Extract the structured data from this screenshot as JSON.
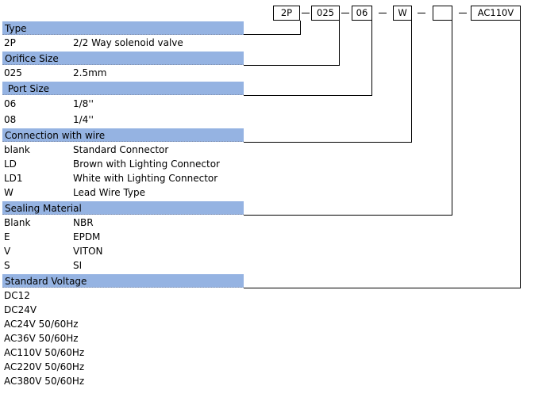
{
  "model_code": {
    "parts": [
      "2P",
      "025",
      "06",
      "W",
      "",
      "AC110V"
    ],
    "separator": "—"
  },
  "sections": [
    {
      "title": "Type",
      "rows": [
        {
          "code": "2P",
          "desc": "2/2 Way solenoid valve"
        }
      ]
    },
    {
      "title": "Orifice Size",
      "rows": [
        {
          "code": "025",
          "desc": "2.5mm"
        }
      ]
    },
    {
      "title": " Port Size",
      "rows": [
        {
          "code": "06",
          "desc": "1/8''"
        },
        {
          "code": "08",
          "desc": "1/4''"
        }
      ]
    },
    {
      "title": "Connection with wire",
      "rows": [
        {
          "code": "blank",
          "desc": "Standard Connector"
        },
        {
          "code": "LD",
          "desc": "Brown with Lighting Connector"
        },
        {
          "code": "LD1",
          "desc": "White with Lighting Connector"
        },
        {
          "code": "W",
          "desc": "Lead Wire Type"
        }
      ]
    },
    {
      "title": "Sealing Material",
      "rows": [
        {
          "code": "Blank",
          "desc": "NBR"
        },
        {
          "code": "E",
          "desc": "EPDM"
        },
        {
          "code": "V",
          "desc": "VITON"
        },
        {
          "code": "S",
          "desc": "SI"
        }
      ]
    },
    {
      "title": "Standard Voltage",
      "rows": [
        {
          "code": "DC12",
          "desc": ""
        },
        {
          "code": "DC24V",
          "desc": ""
        },
        {
          "code": "AC24V 50/60Hz",
          "desc": ""
        },
        {
          "code": "AC36V 50/60Hz",
          "desc": ""
        },
        {
          "code": "AC110V 50/60Hz",
          "desc": ""
        },
        {
          "code": "AC220V 50/60Hz",
          "desc": ""
        },
        {
          "code": "AC380V 50/60Hz",
          "desc": ""
        }
      ]
    }
  ],
  "colors": {
    "header_bg": "#95b3e2",
    "line": "#000000"
  }
}
